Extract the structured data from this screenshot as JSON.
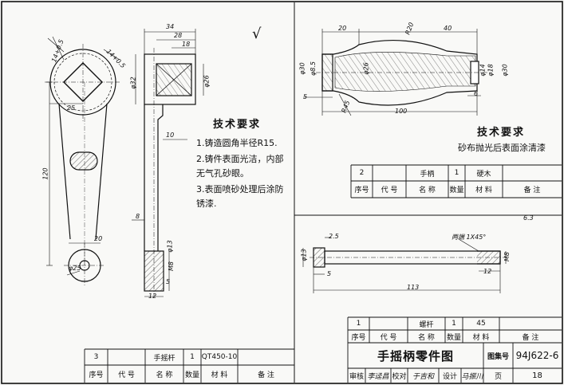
{
  "handle_notes": {
    "title": "技术要求",
    "lines": [
      "1.铸造圆角半径R15.",
      "2.铸件表面光洁，内部",
      "无气孔砂眼。",
      "3.表面喷砂处理后涂防",
      "锈漆."
    ]
  },
  "grip_notes": {
    "title": "技术要求",
    "line": "砂布抛光后表面涂清漆"
  },
  "parts_table_right": {
    "row": {
      "no": "2",
      "code": "",
      "name": "手柄",
      "qty": "1",
      "material": "硬木",
      "remark": ""
    },
    "headers": {
      "no": "序号",
      "code": "代 号",
      "name": "名 称",
      "qty": "数量",
      "material": "材 料",
      "remark": "备 注"
    }
  },
  "parts_table_left": {
    "row": {
      "no": "3",
      "code": "",
      "name": "手摇杆",
      "qty": "1",
      "material": "QT450-10",
      "remark": ""
    },
    "headers": {
      "no": "序号",
      "code": "代 号",
      "name": "名 称",
      "qty": "数量",
      "material": "材 料",
      "remark": "备 注"
    }
  },
  "parts_table_bottom": {
    "row": {
      "no": "1",
      "code": "",
      "name": "螺杆",
      "qty": "1",
      "material": "45",
      "remark": ""
    },
    "headers": {
      "no": "序号",
      "code": "代 号",
      "name": "名 称",
      "qty": "数量",
      "material": "材 料",
      "remark": "备 注"
    }
  },
  "title_block": {
    "drawing_title": "手摇柄零件图",
    "atlas_label": "图集号",
    "atlas_no": "94J622-6",
    "review_label": "审核",
    "review_sign": "李迳昌",
    "check_label": "校对",
    "check_sign": "于吉和",
    "design_label": "设计",
    "design_sign": "马振川",
    "page_label": "页",
    "page_no": "18"
  },
  "surface_marks": {
    "top": "√",
    "bolt": "6.3"
  },
  "dims": {
    "d34": "34",
    "d28": "28",
    "d18": "18",
    "d32": "φ32",
    "d26": "φ26",
    "d10": "10",
    "d14a": "14+0.5",
    "d14b": "14+0.5",
    "d25": "25",
    "d120": "120",
    "d20": "20",
    "d25r": "φ25",
    "d8": "8",
    "d12": "12",
    "d13": "φ13",
    "dM8": "M8",
    "dN5": "5",
    "g20": "20",
    "gR20": "R20",
    "g40": "40",
    "g30": "φ30",
    "g85": "φ8.5",
    "g26": "φ26",
    "g14": "φ14",
    "g18": "φ18",
    "g30r": "φ30",
    "g5": "5",
    "gR45": "R45",
    "g6": "6",
    "g100": "100",
    "b25": "2.5",
    "b13": "φ13",
    "b5": "5",
    "b12": "12",
    "bM8": "M8",
    "b113": "113",
    "chamfer": "两端 1X45°"
  }
}
